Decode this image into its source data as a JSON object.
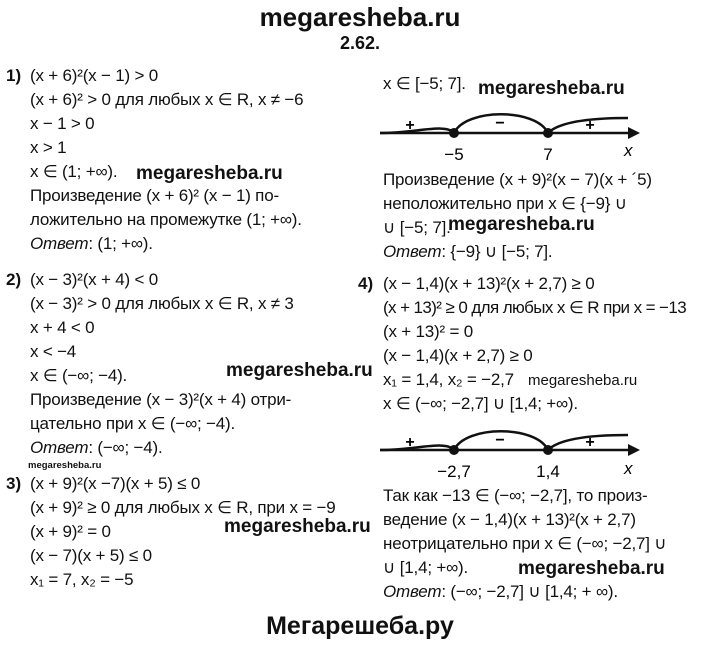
{
  "header": {
    "site": "megaresheba.ru",
    "problem": "2.62."
  },
  "p1": {
    "label": "1)",
    "lines": [
      "(x + 6)²(x − 1) > 0",
      "(x + 6)² > 0 для любых x ∈ R, x ≠ −6",
      "x − 1 > 0",
      "x > 1",
      "x ∈ (1; +∞)."
    ],
    "text": [
      "Произведение (x + 6)² (x − 1) по-",
      "ложительно на промежутке (1; +∞)."
    ],
    "answer_label": "Ответ",
    "answer": ": (1; +∞)."
  },
  "p2": {
    "label": "2)",
    "lines": [
      "(x − 3)²(x + 4) < 0",
      "(x − 3)² > 0 для любых x ∈ R, x ≠ 3",
      "x + 4 < 0",
      "x < −4",
      "x ∈ (−∞; −4)."
    ],
    "text": [
      "Произведение (x − 3)²(x + 4) отри-",
      "цательно при x ∈ (−∞; −4)."
    ],
    "answer_label": "Ответ",
    "answer": ": (−∞; −4)."
  },
  "p3": {
    "label": "3)",
    "lines": [
      "(x + 9)²(x −7)(x + 5) ≤ 0",
      "(x + 9)² ≥ 0 для любых x ∈ R, при x = −9",
      "(x + 9)² = 0",
      "(x − 7)(x + 5) ≤ 0",
      "x₁ = 7, x₂ = −5"
    ],
    "cont": "x ∈ [−5; 7].",
    "text": [
      "Произведение (x + 9)²(x − 7)(x + ´5)",
      "неположительно при x ∈ {−9} ∪",
      "∪ [−5; 7]."
    ],
    "answer_label": "Ответ",
    "answer": ": {−9} ∪ [−5; 7]."
  },
  "p4": {
    "label": "4)",
    "lines": [
      "(x − 1,4)(x + 13)²(x + 2,7) ≥ 0",
      "(x + 13)² ≥ 0 для любых x ∈ R при x = −13",
      "(x + 13)² = 0",
      "(x − 1,4)(x + 2,7) ≥ 0",
      "x₁ = 1,4, x₂ = −2,7",
      "x ∈ (−∞; −2,7] ∪ [1,4; +∞)."
    ],
    "text": [
      "Так как −13 ∈ (−∞; −2,7], то произ-",
      "ведение (x − 1,4)(x + 13)²(x + 2,7)",
      "неотрицательно при x ∈ (−∞; −2,7] ∪",
      "∪ [1,4; +∞)."
    ],
    "answer_label": "Ответ",
    "answer": ": (−∞; −2,7] ∪ [1,4; + ∞)."
  },
  "line1": {
    "signs": [
      "+",
      "−",
      "+"
    ],
    "points": [
      "−5",
      "7"
    ],
    "axis": "x"
  },
  "line2": {
    "signs": [
      "+",
      "−",
      "+"
    ],
    "points": [
      "−2,7",
      "1,4"
    ],
    "axis": "x"
  },
  "watermarks": {
    "main": "megaresheba.ru",
    "small": "megaresheba.ru",
    "tiny": "megaresheba.ru"
  },
  "footer": "Мегарешеба.ру"
}
